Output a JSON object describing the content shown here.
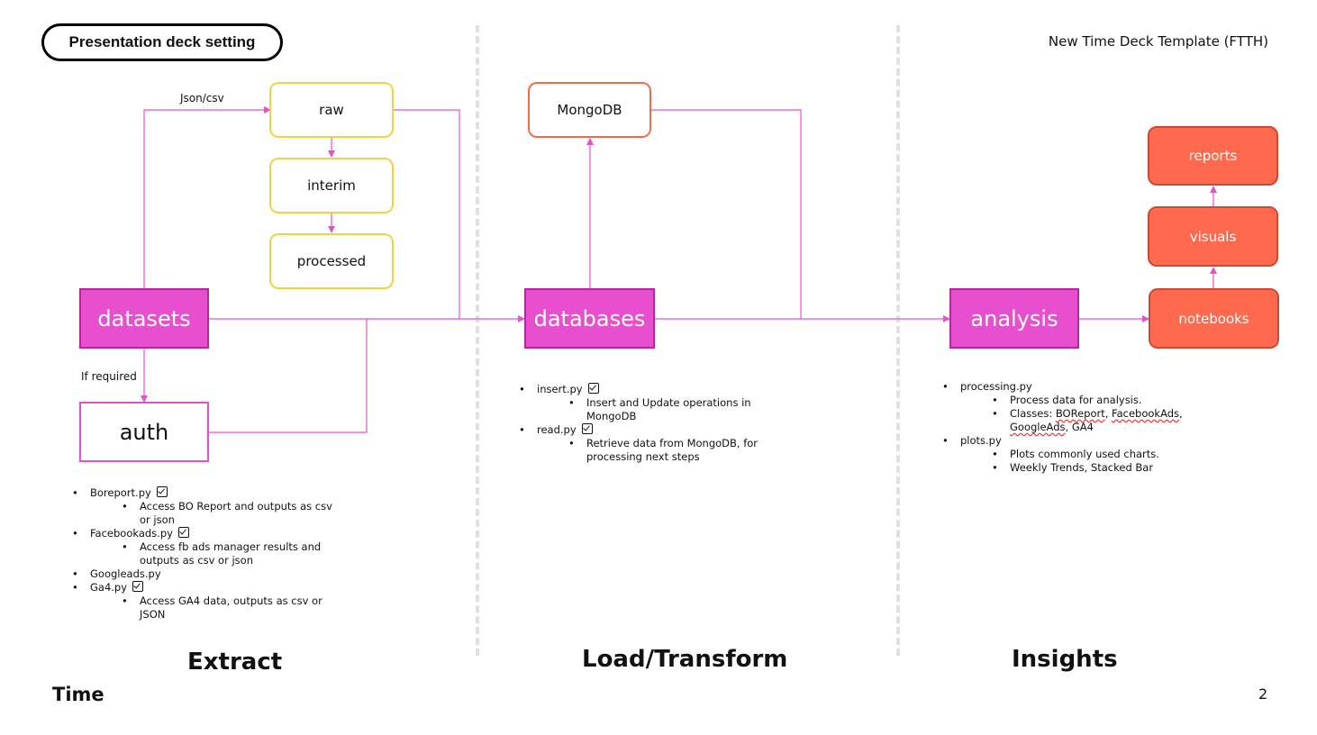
{
  "header": {
    "pill_label": "Presentation deck setting",
    "template_name": "New Time Deck Template (FTTH)"
  },
  "extract": {
    "json_csv_label": "Json/csv",
    "if_required_label": "If required",
    "raw": "raw",
    "interim": "interim",
    "processed": "processed",
    "datasets": "datasets",
    "auth": "auth",
    "items": [
      {
        "name": "Boreport.py",
        "checked": true,
        "desc": [
          "Access BO Report and outputs as csv",
          "or json"
        ]
      },
      {
        "name": "Facebookads.py",
        "checked": true,
        "desc": [
          "Access fb ads manager results and",
          "outputs as csv or json"
        ]
      },
      {
        "name": "Googleads.py",
        "checked": false,
        "desc": []
      },
      {
        "name": "Ga4.py",
        "checked": true,
        "desc": [
          "Access GA4 data, outputs as csv or",
          "JSON"
        ]
      }
    ],
    "title": "Extract"
  },
  "load": {
    "mongodb": "MongoDB",
    "databases": "databases",
    "items": [
      {
        "name": "insert.py",
        "checked": true,
        "desc": [
          "Insert and Update operations in",
          "MongoDB"
        ]
      },
      {
        "name": "read.py",
        "checked": true,
        "desc": [
          "Retrieve data from MongoDB, for",
          "processing next steps"
        ]
      }
    ],
    "title": "Load/Transform"
  },
  "insights": {
    "analysis": "analysis",
    "notebooks": "notebooks",
    "visuals": "visuals",
    "reports": "reports",
    "processing_name": "processing.py",
    "processing_desc1": "Process data for analysis.",
    "classes_prefix": "Classes: ",
    "class_boreport": "BOReport",
    "class_sep1": ", ",
    "class_facebookads": "FacebookAds",
    "class_sep2": ",",
    "class_googleads": "GoogleAds",
    "class_tail": ", GA4",
    "plots_name": "plots.py",
    "plots_desc1": "Plots commonly used charts.",
    "plots_desc2": "Weekly Trends, Stacked Bar",
    "title": "Insights"
  },
  "footer": {
    "time_label": "Time",
    "page_number": "2"
  },
  "colors": {
    "magenta": "#e84fcf",
    "yellow": "#f2d43a",
    "orange": "#ff6a4f",
    "connector": "#e84fcf"
  }
}
